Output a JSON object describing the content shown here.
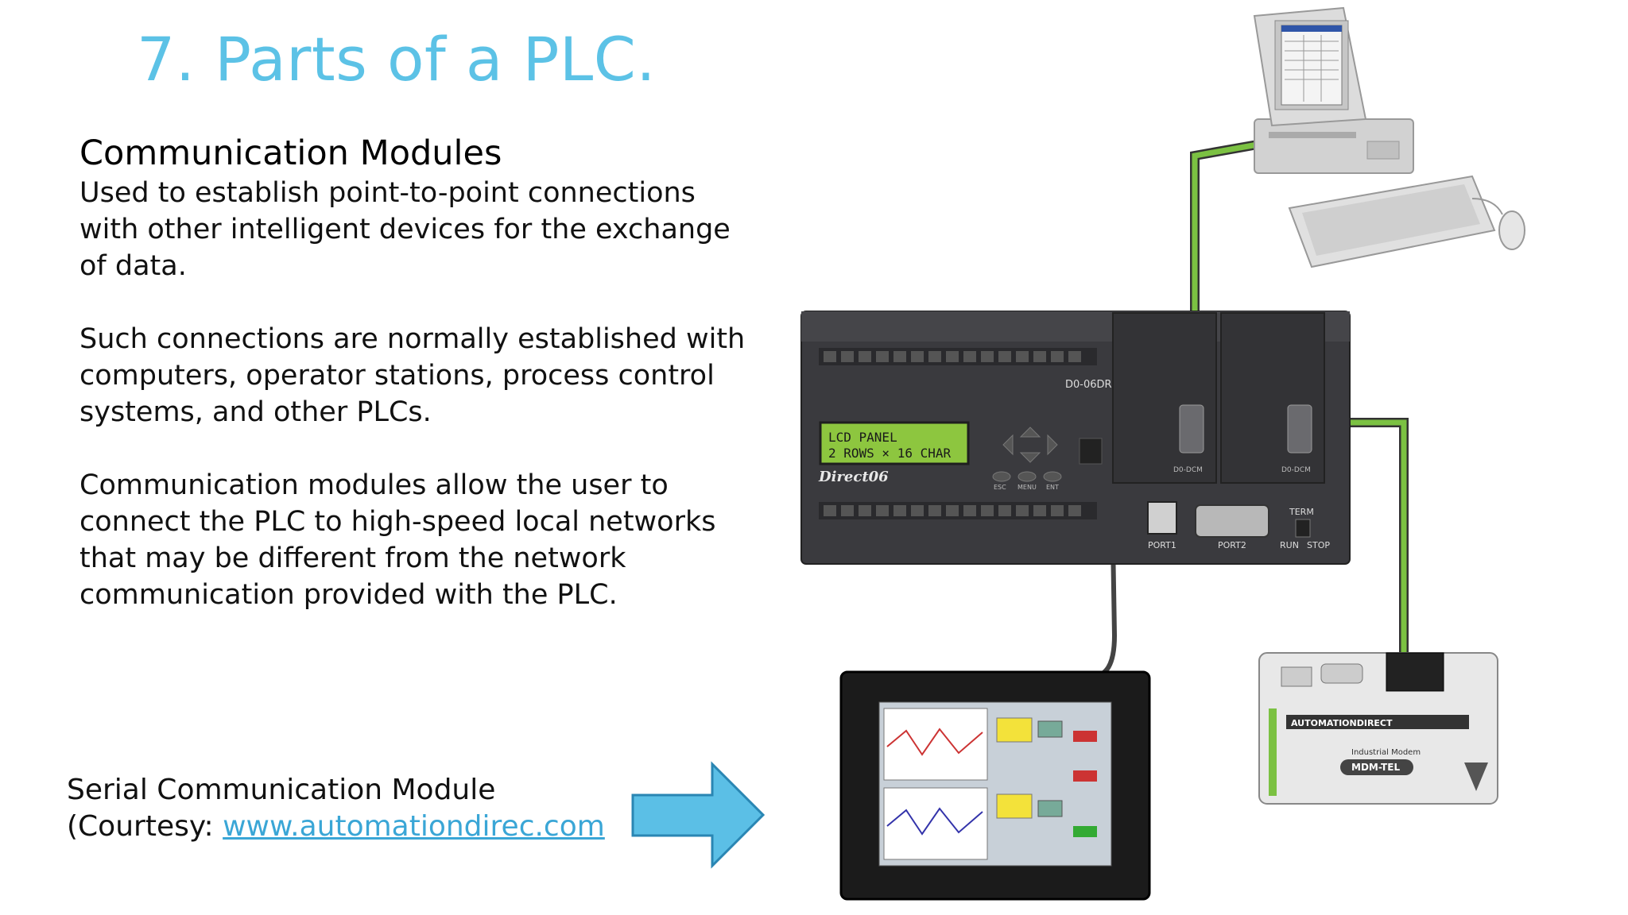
{
  "slide": {
    "title": "7. Parts of a PLC.",
    "heading": "Communication Modules",
    "paragraphs": [
      "Used to establish point-to-point connections with other intelligent devices for the exchange of data.",
      "Such connections are normally established with computers, operator stations, process control systems, and other PLCs.",
      "Communication modules allow the user to connect the PLC to high-speed local networks that may be different from the network communication provided with the PLC."
    ],
    "caption": {
      "line1": "Serial Communication Module",
      "prefix": "(Courtesy: ",
      "link_text": "www.automationdirec.com"
    }
  },
  "figure": {
    "plc_model": "D0-06DR",
    "lcd_line1": "LCD PANEL",
    "lcd_line2": "2 ROWS × 16 CHAR",
    "brand_logo": "Direct06",
    "port1": "PORT1",
    "port2": "PORT2",
    "term": "TERM",
    "run": "RUN",
    "stop": "STOP",
    "module_label": "D0-DCM",
    "key_esc": "ESC",
    "key_menu": "MENU",
    "key_ent": "ENT",
    "modem_brand": "AUTOMATIONDIRECT",
    "modem_model": "MDM-TEL",
    "modem_name": "Industrial Modem"
  },
  "colors": {
    "title": "#5cc2e6",
    "link": "#3aa6d6",
    "arrow_fill": "#5bbfe6",
    "arrow_stroke": "#2a86b3",
    "cable_green": "#7bc142",
    "plc_body": "#3a3a3e",
    "lcd_green": "#8dc63f"
  },
  "icons": {
    "arrow": "right-arrow-icon",
    "computer": "desktop-computer-icon",
    "hmi": "touch-panel-icon",
    "modem": "modem-icon"
  }
}
